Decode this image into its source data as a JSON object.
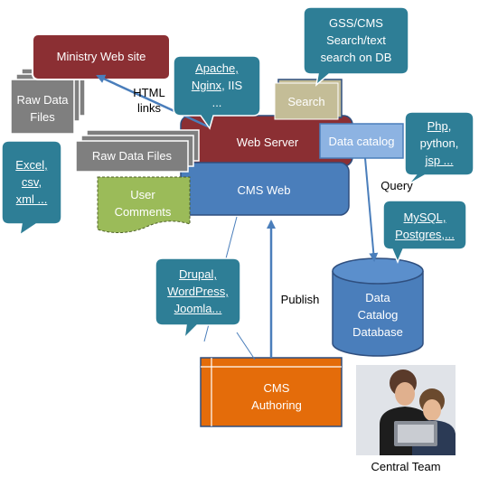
{
  "nodes": {
    "ministry_site": "Ministry Web site",
    "raw_data_left": [
      "Raw Data",
      "Files"
    ],
    "raw_data_mid": "Raw Data Files",
    "web_server": "Web Server",
    "search": "Search",
    "data_catalog": "Data catalog",
    "cms_web": "CMS Web",
    "user_comments": [
      "User",
      "Comments"
    ],
    "data_catalog_db": [
      "Data",
      "Catalog",
      "Database"
    ],
    "cms_authoring": [
      "CMS",
      "Authoring"
    ]
  },
  "callouts": {
    "gss": [
      "GSS/CMS",
      "Search/text",
      "search on DB"
    ],
    "apache": [
      "Apache,",
      "Nginx",
      ", IIS",
      "..."
    ],
    "php": [
      "Php",
      ",",
      "python,",
      "jsp ..."
    ],
    "excel": [
      "Excel,",
      "csv,",
      "xml ..."
    ],
    "mysql": [
      "MySQL,",
      "Postgres,..."
    ],
    "drupal": [
      "Drupal,",
      "WordPress,",
      "Joomla..."
    ]
  },
  "edge_labels": {
    "html_links": [
      "HTML",
      "links"
    ],
    "query": "Query",
    "publish": "Publish"
  },
  "photo": {
    "caption": "Central Team"
  },
  "colors": {
    "dark_red": "#8B2F33",
    "blue": "#4A7EBB",
    "teal": "#2E7E96",
    "orange": "#E46C0A",
    "green": "#9BBB59",
    "gray": "#7F7F7F",
    "tan": "#C4BD97"
  }
}
